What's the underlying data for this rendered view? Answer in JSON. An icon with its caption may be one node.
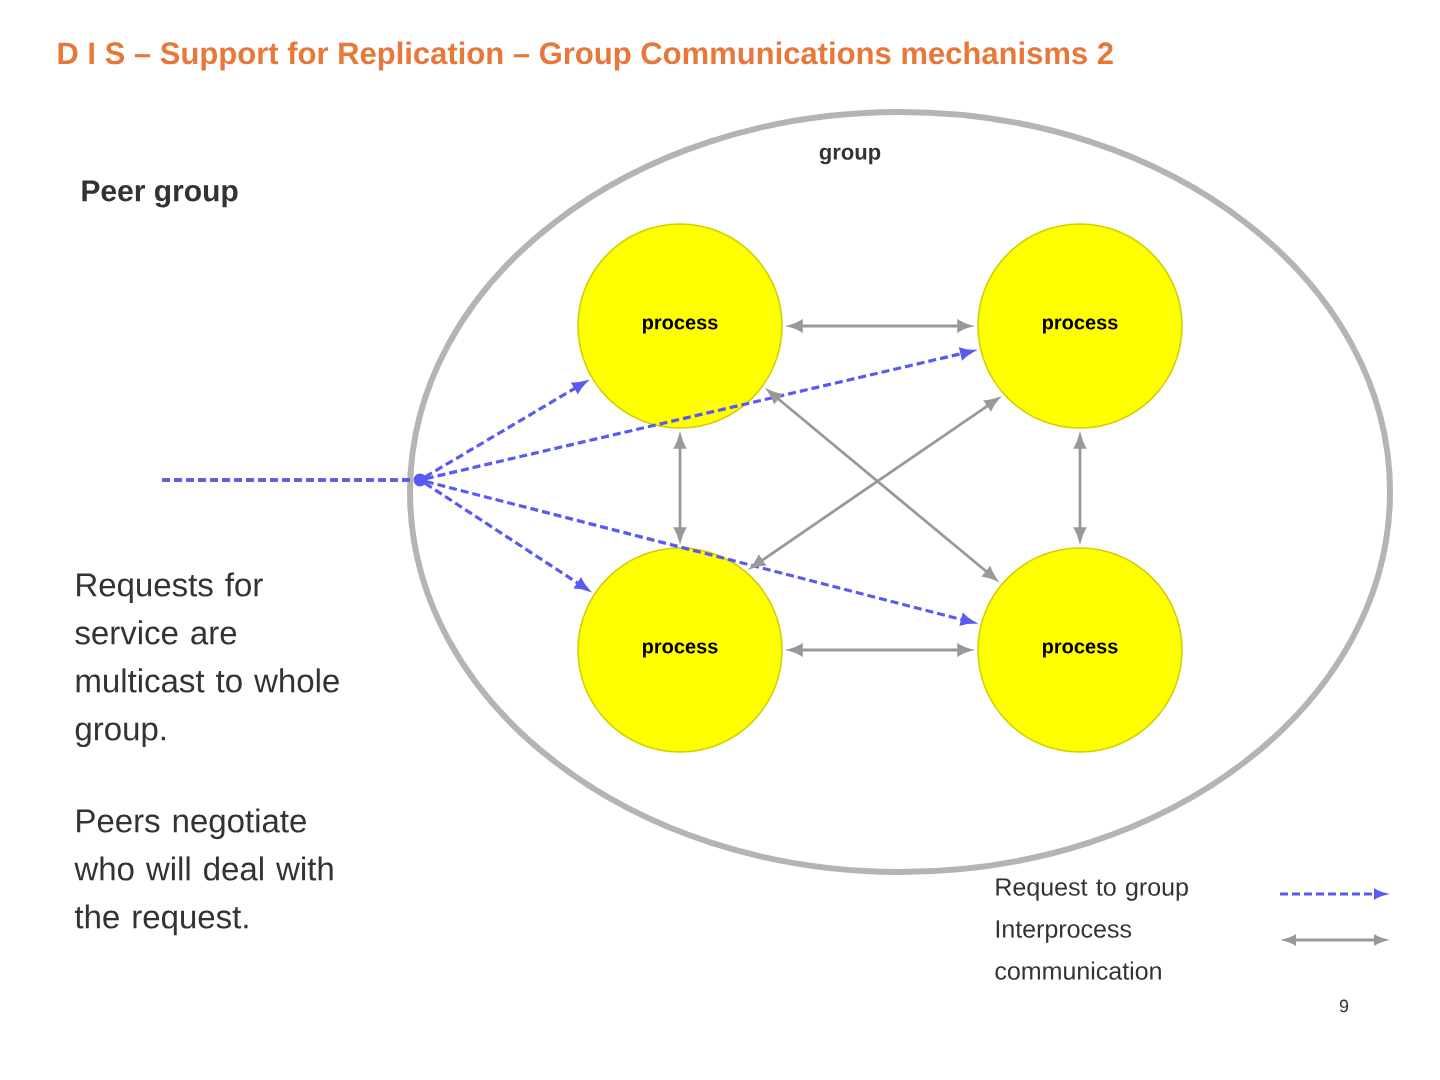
{
  "diagram": {
    "title": "D I S – Support for Replication – Group Communications mechanisms 2",
    "nodes": [
      {
        "text": [
          "group"
        ]
      },
      {
        "text": [
          "process"
        ],
        "in": 0
      },
      {
        "text": [
          "process"
        ],
        "in": 0
      },
      {
        "text": [
          "process"
        ],
        "in": 0
      },
      {
        "text": [
          "process"
        ],
        "in": 0
      }
    ],
    "edges": [
      {
        "from": null,
        "to": 1,
        "arrow": "to",
        "style": "dashed",
        "color": "#5a5af0"
      },
      {
        "from": null,
        "to": 2,
        "arrow": "to",
        "style": "dashed",
        "color": "#5a5af0"
      },
      {
        "from": null,
        "to": 3,
        "arrow": "to",
        "style": "dashed",
        "color": "#5a5af0"
      },
      {
        "from": null,
        "to": 4,
        "arrow": "to",
        "style": "dashed",
        "color": "#5a5af0"
      },
      {
        "from": 1,
        "to": 2,
        "arrow": "both"
      },
      {
        "from": 3,
        "to": 4,
        "arrow": "both"
      },
      {
        "from": 1,
        "to": 3,
        "arrow": "both"
      },
      {
        "from": 2,
        "to": 4,
        "arrow": "both"
      },
      {
        "from": 1,
        "to": 4,
        "arrow": "both"
      },
      {
        "from": 2,
        "to": 3,
        "arrow": "both"
      }
    ],
    "labels": [
      "Peer group",
      "Requests for service are multicast to whole group.",
      "Peers negotiate who will deal with the request.",
      "9"
    ],
    "legend": [
      {
        "text": "Request to group"
      },
      {
        "text": "Interprocess communication"
      }
    ]
  }
}
